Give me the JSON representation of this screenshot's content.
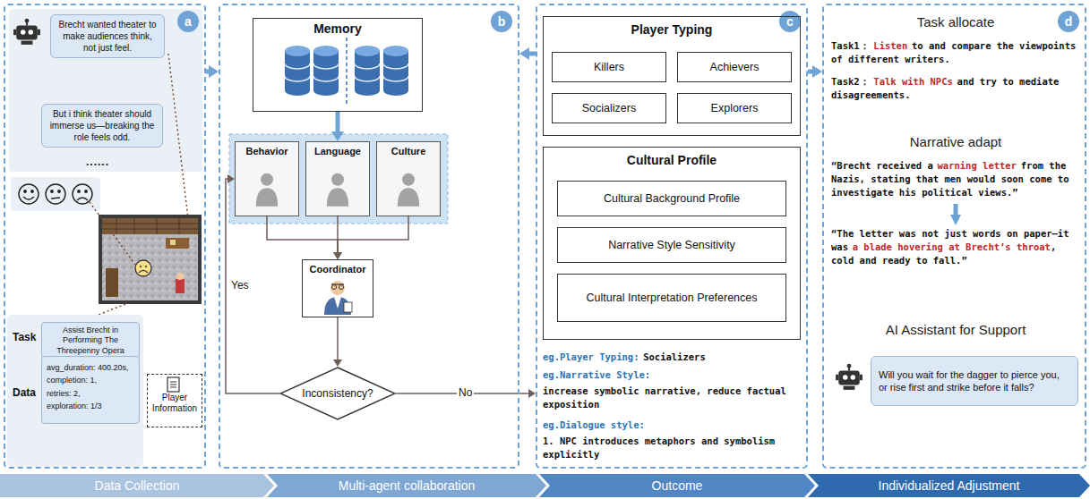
{
  "diagram": {
    "nodes": [
      {
        "text": [
          "a"
        ]
      },
      {
        "text": [
          "......"
        ],
        "in": 0
      },
      {
        "text": [
          "Brecht wanted theater to make audiences think, not just feel."
        ],
        "in": 1
      },
      {
        "text": [
          "But i think theater should immerse us—breaking the role feels odd."
        ],
        "in": 1
      },
      {
        "text": [
          "Task",
          "Data"
        ],
        "in": 0
      },
      {
        "text": [
          "Assist Brecht in Performing The Threepenny Opera"
        ],
        "in": 4
      },
      {
        "text": [
          "avg_duration: 400.20s,",
          "completion: 1,",
          "retries: 2,",
          "exploration: 1/3"
        ],
        "in": 4
      },
      {
        "text": [
          "Player Information"
        ],
        "in": 0
      },
      {
        "text": [
          "b"
        ]
      },
      {
        "text": [
          "Memory"
        ],
        "in": 8
      },
      {
        "text": [
          "Behavior"
        ],
        "in": 8
      },
      {
        "text": [
          "Language"
        ],
        "in": 8
      },
      {
        "text": [
          "Culture"
        ],
        "in": 8
      },
      {
        "text": [
          "Coordinator"
        ],
        "in": 8
      },
      {
        "text": [
          "Inconsistency?"
        ],
        "in": 8
      },
      {
        "text": [
          "c"
        ]
      },
      {
        "text": [
          "Player Typing"
        ],
        "in": 15
      },
      {
        "text": [
          "Killers"
        ],
        "in": 16
      },
      {
        "text": [
          "Achievers"
        ],
        "in": 16
      },
      {
        "text": [
          "Socializers"
        ],
        "in": 16
      },
      {
        "text": [
          "Explorers"
        ],
        "in": 16
      },
      {
        "text": [
          "Cultural Profile"
        ],
        "in": 15
      },
      {
        "text": [
          "Cultural Background Profile"
        ],
        "in": 21
      },
      {
        "text": [
          "Narrative Style Sensitivity"
        ],
        "in": 21
      },
      {
        "text": [
          "Cultural Interpretation Preferences"
        ],
        "in": 21
      },
      {
        "text": [
          "d"
        ]
      },
      {
        "text": [
          "Will you wait for the dagger to pierce you, or rise first and strike before it falls?"
        ],
        "in": 25
      },
      {
        "text": [
          "Data Collection"
        ]
      },
      {
        "text": [
          "Multi-agent collaboration"
        ]
      },
      {
        "text": [
          "Outcome"
        ]
      },
      {
        "text": [
          "Individualized Adjustment"
        ]
      }
    ],
    "edges": [
      {
        "from": 0,
        "to": 8,
        "arrow": "to"
      },
      {
        "from": 15,
        "to": 8,
        "arrow": "to"
      },
      {
        "from": 15,
        "to": 25,
        "arrow": "to"
      },
      {
        "from": 9,
        "to": 11,
        "arrow": "to"
      },
      {
        "from": 10,
        "to": 13,
        "arrow": "to"
      },
      {
        "from": 11,
        "to": 13,
        "arrow": "to"
      },
      {
        "from": 12,
        "to": 13,
        "arrow": "to"
      },
      {
        "from": 13,
        "to": 14,
        "arrow": "to"
      },
      {
        "from": 14,
        "to": 10,
        "label": "Yes",
        "arrow": "to"
      },
      {
        "from": 14,
        "to": 15,
        "label": "No",
        "arrow": "to"
      }
    ],
    "labels": [
      "eg.Player Typing:",
      "Socializers",
      "eg.Narrative Style:",
      "increase symbolic narrative, reduce factual exposition",
      "eg.Dialogue style:",
      "1. NPC introduces metaphors and symbolism explicitly",
      "Task allocate",
      "Task1：",
      "Listen",
      "to and compare the viewpoints of different writers.",
      "Task2：",
      "Talk with NPCs",
      "and try to mediate disagreements.",
      "Narrative adapt",
      "“Brecht received a",
      "warning letter",
      "from the Nazis, stating that men would soon come to investigate his political views.”",
      "“The letter was not just words on paper—it was",
      "a blade hovering at Brecht’s throat",
      ", cold and ready to fall.”",
      "AI Assistant for Support"
    ]
  }
}
